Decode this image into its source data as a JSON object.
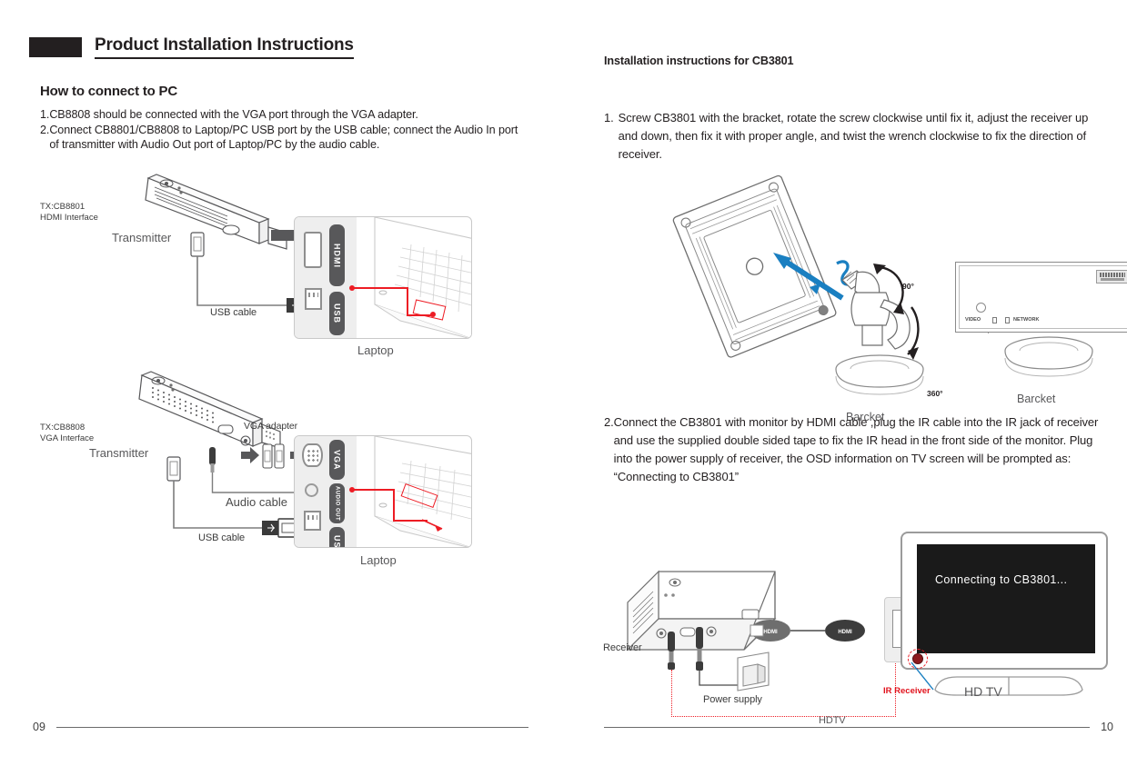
{
  "document": {
    "title": "Product Installation Instructions"
  },
  "left_page": {
    "page_number": "09",
    "section_heading": "How to connect to PC",
    "items": [
      {
        "num": "1.",
        "text": "CB8808 should be connected with the VGA port through the VGA adapter."
      },
      {
        "num": "2.",
        "text": "Connect CB8801/CB8808 to Laptop/PC USB port by the USB cable; connect the Audio In port of transmitter with Audio Out port of Laptop/PC by the audio cable."
      }
    ],
    "diagram_one": {
      "tx_model": "TX:CB8801",
      "tx_interface": "HDMI Interface",
      "device_label": "Transmitter",
      "cable_label": "USB cable",
      "target_label": "Laptop",
      "ports": [
        "HDMI",
        "USB"
      ]
    },
    "diagram_two": {
      "tx_model": "TX:CB8808",
      "tx_interface": "VGA Interface",
      "device_label": "Transmitter",
      "adapter_label": "VGA adapter",
      "audio_cable_label": "Audio cable",
      "usb_cable_label": "USB cable",
      "target_label": "Laptop",
      "ports": [
        "VGA",
        "AUDIO OUT",
        "USB"
      ]
    }
  },
  "right_page": {
    "page_number": "10",
    "section_heading": "Installation instructions for CB3801",
    "items": [
      {
        "num": "1.",
        "text": "Screw CB3801 with the bracket, rotate the screw clockwise until fix it, adjust the receiver up and down, then fix it with proper angle, and twist the wrench clockwise to fix the  direction of receiver."
      },
      {
        "num": "2.",
        "text": "Connect the CB3801 with monitor by HDMI cable ,plug the IR cable into the IR jack of receiver and use the supplied double sided tape to fix the IR head in the front side of the monitor.  Plug into the power supply of receiver, the OSD information on TV screen will be prompted as: “Connecting to CB3801”"
      }
    ],
    "diagram_bracket": {
      "angle_vertical": "90°",
      "angle_rotate": "360°",
      "left_label": "Barcket",
      "right_label": "Barcket",
      "receiver_ports": [
        "VIDEO",
        "NETWORK"
      ]
    },
    "diagram_tv": {
      "receiver_label": "Receiver",
      "power_label": "Power supply",
      "hdmi_port_label": "HDMI IN",
      "connector_label": "HDMI",
      "ir_label": "IR Receiver",
      "tv_label": "HD TV",
      "caption": "HDTV",
      "osd_text": "Connecting  to  CB3801..."
    }
  },
  "colors": {
    "ink": "#231f20",
    "red": "#ed1c24",
    "blue": "#1a7fc1",
    "gray": "#58585a",
    "screen": "#1a1a1a"
  }
}
